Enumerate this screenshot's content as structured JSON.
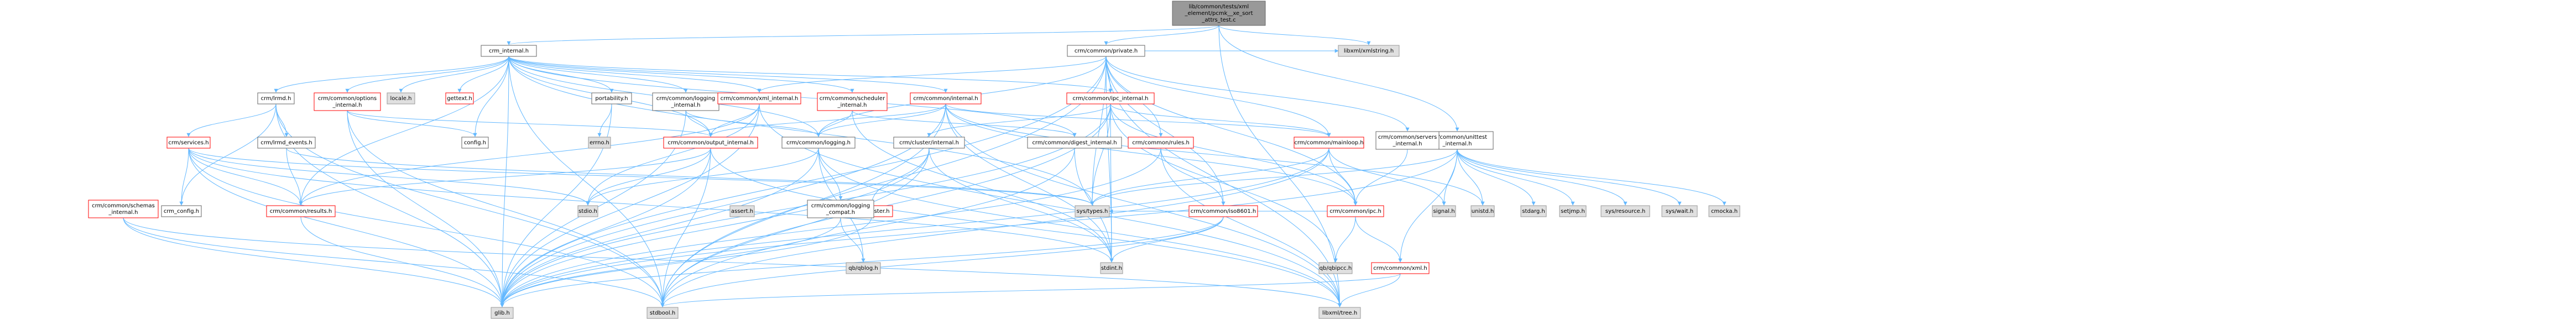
{
  "graph": {
    "nodes": [
      {
        "id": "root",
        "lines": [
          "lib/common/tests/xml",
          "_element/pcmk__xe_sort",
          "_attrs_test.c"
        ],
        "kind": "current"
      },
      {
        "id": "crm_internal",
        "lines": [
          "crm_internal.h"
        ],
        "kind": "linked"
      },
      {
        "id": "crm_common_private",
        "lines": [
          "crm/common/private.h"
        ],
        "kind": "linked"
      },
      {
        "id": "libxml_xmlstring",
        "lines": [
          "libxml/xmlstring.h"
        ],
        "kind": "external"
      },
      {
        "id": "libxml_tree",
        "lines": [
          "libxml/tree.h"
        ],
        "kind": "external"
      },
      {
        "id": "unittest_internal",
        "lines": [
          "crm/common/unittest",
          "_internal.h"
        ],
        "kind": "linked"
      },
      {
        "id": "schemas_internal",
        "lines": [
          "crm/common/schemas",
          "_internal.h"
        ],
        "kind": "error"
      },
      {
        "id": "glib",
        "lines": [
          "glib.h"
        ],
        "kind": "external"
      },
      {
        "id": "stdbool",
        "lines": [
          "stdbool.h"
        ],
        "kind": "external"
      },
      {
        "id": "locale",
        "lines": [
          "locale.h"
        ],
        "kind": "external"
      },
      {
        "id": "gettext",
        "lines": [
          "gettext.h"
        ],
        "kind": "error"
      },
      {
        "id": "crm_lrmd",
        "lines": [
          "crm/lrmd.h"
        ],
        "kind": "linked"
      },
      {
        "id": "options_internal",
        "lines": [
          "crm/common/options",
          "_internal.h"
        ],
        "kind": "error"
      },
      {
        "id": "portability",
        "lines": [
          "portability.h"
        ],
        "kind": "linked"
      },
      {
        "id": "logging_internal",
        "lines": [
          "crm/common/logging",
          "_internal.h"
        ],
        "kind": "linked"
      },
      {
        "id": "xml_internal",
        "lines": [
          "crm/common/xml_internal.h"
        ],
        "kind": "error"
      },
      {
        "id": "scheduler_internal",
        "lines": [
          "crm/common/scheduler",
          "_internal.h"
        ],
        "kind": "error"
      },
      {
        "id": "common_internal",
        "lines": [
          "crm/common/internal.h"
        ],
        "kind": "error"
      },
      {
        "id": "ipc_internal",
        "lines": [
          "crm/common/ipc_internal.h"
        ],
        "kind": "error"
      },
      {
        "id": "crm_services",
        "lines": [
          "crm/services.h"
        ],
        "kind": "error"
      },
      {
        "id": "lrmd_events",
        "lines": [
          "crm/lrmd_events.h"
        ],
        "kind": "linked"
      },
      {
        "id": "config",
        "lines": [
          "config.h"
        ],
        "kind": "linked"
      },
      {
        "id": "errno",
        "lines": [
          "errno.h"
        ],
        "kind": "external"
      },
      {
        "id": "output_internal",
        "lines": [
          "crm/common/output_internal.h"
        ],
        "kind": "error"
      },
      {
        "id": "common_logging",
        "lines": [
          "crm/common/logging.h"
        ],
        "kind": "linked"
      },
      {
        "id": "cluster_internal",
        "lines": [
          "crm/cluster/internal.h"
        ],
        "kind": "linked"
      },
      {
        "id": "digest_internal",
        "lines": [
          "crm/common/digest_internal.h"
        ],
        "kind": "linked"
      },
      {
        "id": "common_rules",
        "lines": [
          "crm/common/rules.h"
        ],
        "kind": "error"
      },
      {
        "id": "common_mainloop",
        "lines": [
          "crm/common/mainloop.h"
        ],
        "kind": "error"
      },
      {
        "id": "servers_internal",
        "lines": [
          "crm/common/servers",
          "_internal.h"
        ],
        "kind": "linked"
      },
      {
        "id": "crm_config",
        "lines": [
          "crm_config.h"
        ],
        "kind": "linked"
      },
      {
        "id": "common_results",
        "lines": [
          "crm/common/results.h"
        ],
        "kind": "error"
      },
      {
        "id": "stdio",
        "lines": [
          "stdio.h"
        ],
        "kind": "external"
      },
      {
        "id": "assert",
        "lines": [
          "assert.h"
        ],
        "kind": "external"
      },
      {
        "id": "crm_cluster",
        "lines": [
          "crm/cluster.h"
        ],
        "kind": "error"
      },
      {
        "id": "logging_compat",
        "lines": [
          "crm/common/logging",
          "_compat.h"
        ],
        "kind": "linked"
      },
      {
        "id": "qbqblog",
        "lines": [
          "qb/qblog.h"
        ],
        "kind": "external"
      },
      {
        "id": "iso8601",
        "lines": [
          "crm/common/iso8601.h"
        ],
        "kind": "error"
      },
      {
        "id": "sys_types",
        "lines": [
          "sys/types.h"
        ],
        "kind": "external"
      },
      {
        "id": "common_ipc",
        "lines": [
          "crm/common/ipc.h"
        ],
        "kind": "error"
      },
      {
        "id": "stdint",
        "lines": [
          "stdint.h"
        ],
        "kind": "external"
      },
      {
        "id": "qbipcc",
        "lines": [
          "qb/qbipcc.h"
        ],
        "kind": "external"
      },
      {
        "id": "common_xml",
        "lines": [
          "crm/common/xml.h"
        ],
        "kind": "error"
      },
      {
        "id": "signal",
        "lines": [
          "signal.h"
        ],
        "kind": "external"
      },
      {
        "id": "unistd",
        "lines": [
          "unistd.h"
        ],
        "kind": "external"
      },
      {
        "id": "stdarg",
        "lines": [
          "stdarg.h"
        ],
        "kind": "external"
      },
      {
        "id": "setjmp",
        "lines": [
          "setjmp.h"
        ],
        "kind": "external"
      },
      {
        "id": "sys_resource",
        "lines": [
          "sys/resource.h"
        ],
        "kind": "external"
      },
      {
        "id": "sys_wait",
        "lines": [
          "sys/wait.h"
        ],
        "kind": "external"
      },
      {
        "id": "cmocka",
        "lines": [
          "cmocka.h"
        ],
        "kind": "external"
      }
    ],
    "edges": [
      [
        "root",
        "crm_internal"
      ],
      [
        "root",
        "crm_common_private"
      ],
      [
        "root",
        "libxml_xmlstring"
      ],
      [
        "root",
        "libxml_tree"
      ],
      [
        "root",
        "unittest_internal"
      ],
      [
        "crm_internal",
        "locale"
      ],
      [
        "crm_internal",
        "gettext"
      ],
      [
        "crm_internal",
        "crm_lrmd"
      ],
      [
        "crm_internal",
        "options_internal"
      ],
      [
        "crm_internal",
        "portability"
      ],
      [
        "crm_internal",
        "logging_internal"
      ],
      [
        "crm_internal",
        "xml_internal"
      ],
      [
        "crm_internal",
        "scheduler_internal"
      ],
      [
        "crm_internal",
        "common_internal"
      ],
      [
        "crm_internal",
        "ipc_internal"
      ],
      [
        "crm_internal",
        "config"
      ],
      [
        "crm_internal",
        "glib"
      ],
      [
        "crm_internal",
        "stdbool"
      ],
      [
        "crm_internal",
        "output_internal"
      ],
      [
        "crm_internal",
        "common_logging"
      ],
      [
        "crm_internal",
        "digest_internal"
      ],
      [
        "crm_internal",
        "sys_types"
      ],
      [
        "crm_internal",
        "common_results"
      ],
      [
        "crm_common_private",
        "glib"
      ],
      [
        "crm_common_private",
        "stdbool"
      ],
      [
        "crm_common_private",
        "libxml_xmlstring"
      ],
      [
        "crm_common_private",
        "libxml_tree"
      ],
      [
        "crm_common_private",
        "common_rules"
      ],
      [
        "crm_common_private",
        "common_mainloop"
      ],
      [
        "crm_common_private",
        "servers_internal"
      ],
      [
        "crm_common_private",
        "common_logging"
      ],
      [
        "crm_common_private",
        "ipc_internal"
      ],
      [
        "crm_common_private",
        "common_ipc"
      ],
      [
        "crm_common_private",
        "stdint"
      ],
      [
        "crm_common_private",
        "sys_types"
      ],
      [
        "crm_common_private",
        "iso8601"
      ],
      [
        "crm_common_private",
        "xml_internal"
      ],
      [
        "unittest_internal",
        "signal"
      ],
      [
        "unittest_internal",
        "stdarg"
      ],
      [
        "unittest_internal",
        "setjmp"
      ],
      [
        "unittest_internal",
        "sys_resource"
      ],
      [
        "unittest_internal",
        "sys_wait"
      ],
      [
        "unittest_internal",
        "cmocka"
      ],
      [
        "unittest_internal",
        "unistd"
      ],
      [
        "unittest_internal",
        "common_xml"
      ],
      [
        "unittest_internal",
        "sys_types"
      ],
      [
        "unittest_internal",
        "glib"
      ],
      [
        "schemas_internal",
        "glib"
      ],
      [
        "schemas_internal",
        "stdbool"
      ],
      [
        "schemas_internal",
        "libxml_tree"
      ],
      [
        "crm_lrmd",
        "glib"
      ],
      [
        "crm_lrmd",
        "stdbool"
      ],
      [
        "crm_lrmd",
        "crm_services"
      ],
      [
        "crm_lrmd",
        "lrmd_events"
      ],
      [
        "crm_lrmd",
        "crm_config"
      ],
      [
        "options_internal",
        "glib"
      ],
      [
        "options_internal",
        "stdbool"
      ],
      [
        "options_internal",
        "config"
      ],
      [
        "options_internal",
        "output_internal"
      ],
      [
        "portability",
        "errno"
      ],
      [
        "portability",
        "glib"
      ],
      [
        "logging_internal",
        "glib"
      ],
      [
        "logging_internal",
        "output_internal"
      ],
      [
        "logging_internal",
        "common_logging"
      ],
      [
        "xml_internal",
        "glib"
      ],
      [
        "xml_internal",
        "output_internal"
      ],
      [
        "xml_internal",
        "stdio"
      ],
      [
        "xml_internal",
        "libxml_tree"
      ],
      [
        "xml_internal",
        "common_results"
      ],
      [
        "scheduler_internal",
        "common_logging"
      ],
      [
        "scheduler_internal",
        "stdint"
      ],
      [
        "scheduler_internal",
        "digest_internal"
      ],
      [
        "common_internal",
        "unistd"
      ],
      [
        "common_internal",
        "glib"
      ],
      [
        "common_internal",
        "stdbool"
      ],
      [
        "common_internal",
        "stdint"
      ],
      [
        "common_internal",
        "libxml_tree"
      ],
      [
        "common_internal",
        "common_ipc"
      ],
      [
        "common_internal",
        "common_mainloop"
      ],
      [
        "common_internal",
        "output_internal"
      ],
      [
        "common_internal",
        "common_logging"
      ],
      [
        "ipc_internal",
        "stdbool"
      ],
      [
        "ipc_internal",
        "stdint"
      ],
      [
        "ipc_internal",
        "sys_types"
      ],
      [
        "ipc_internal",
        "common_ipc"
      ],
      [
        "ipc_internal",
        "common_mainloop"
      ],
      [
        "ipc_internal",
        "cluster_internal"
      ],
      [
        "ipc_internal",
        "glib"
      ],
      [
        "ipc_internal",
        "qbipcc"
      ],
      [
        "crm_services",
        "glib"
      ],
      [
        "crm_services",
        "stdio"
      ],
      [
        "crm_services",
        "stdint"
      ],
      [
        "crm_services",
        "sys_types"
      ],
      [
        "crm_services",
        "crm_config"
      ],
      [
        "crm_services",
        "common_results"
      ],
      [
        "crm_services",
        "stdbool"
      ],
      [
        "lrmd_events",
        "sys_types"
      ],
      [
        "lrmd_events",
        "common_results"
      ],
      [
        "output_internal",
        "stdbool"
      ],
      [
        "output_internal",
        "stdio"
      ],
      [
        "output_internal",
        "libxml_tree"
      ],
      [
        "output_internal",
        "glib"
      ],
      [
        "output_internal",
        "common_results"
      ],
      [
        "common_logging",
        "stdio"
      ],
      [
        "common_logging",
        "glib"
      ],
      [
        "common_logging",
        "qbqblog"
      ],
      [
        "common_logging",
        "logging_compat"
      ],
      [
        "common_logging",
        "libxml_tree"
      ],
      [
        "cluster_internal",
        "stdbool"
      ],
      [
        "cluster_internal",
        "stdint"
      ],
      [
        "cluster_internal",
        "glib"
      ],
      [
        "cluster_internal",
        "crm_cluster"
      ],
      [
        "digest_internal",
        "stdbool"
      ],
      [
        "digest_internal",
        "stdint"
      ],
      [
        "common_rules",
        "glib"
      ],
      [
        "common_rules",
        "iso8601"
      ],
      [
        "common_rules",
        "libxml_tree"
      ],
      [
        "common_mainloop",
        "signal"
      ],
      [
        "common_mainloop",
        "sys_types"
      ],
      [
        "common_mainloop",
        "glib"
      ],
      [
        "common_mainloop",
        "common_ipc"
      ],
      [
        "common_mainloop",
        "stdbool"
      ],
      [
        "servers_internal",
        "common_ipc"
      ],
      [
        "common_results",
        "glib"
      ],
      [
        "crm_cluster",
        "glib"
      ],
      [
        "logging_compat",
        "glib"
      ],
      [
        "logging_compat",
        "qbqblog"
      ],
      [
        "iso8601",
        "glib"
      ],
      [
        "iso8601",
        "stdint"
      ],
      [
        "iso8601",
        "stdbool"
      ],
      [
        "common_ipc",
        "sys_types"
      ],
      [
        "common_ipc",
        "qbipcc"
      ],
      [
        "common_ipc",
        "common_xml"
      ],
      [
        "common_xml",
        "stdbool"
      ],
      [
        "common_xml",
        "libxml_tree"
      ]
    ]
  },
  "colors": {
    "current_fill": "#999999",
    "current_stroke": "#666666",
    "linked_fill": "#ffffff",
    "linked_stroke": "#666666",
    "error_fill": "#ffffff",
    "error_stroke": "#ff0000",
    "external_fill": "#e0e0e0",
    "external_stroke": "#999999",
    "edge": "#63b8ff"
  }
}
